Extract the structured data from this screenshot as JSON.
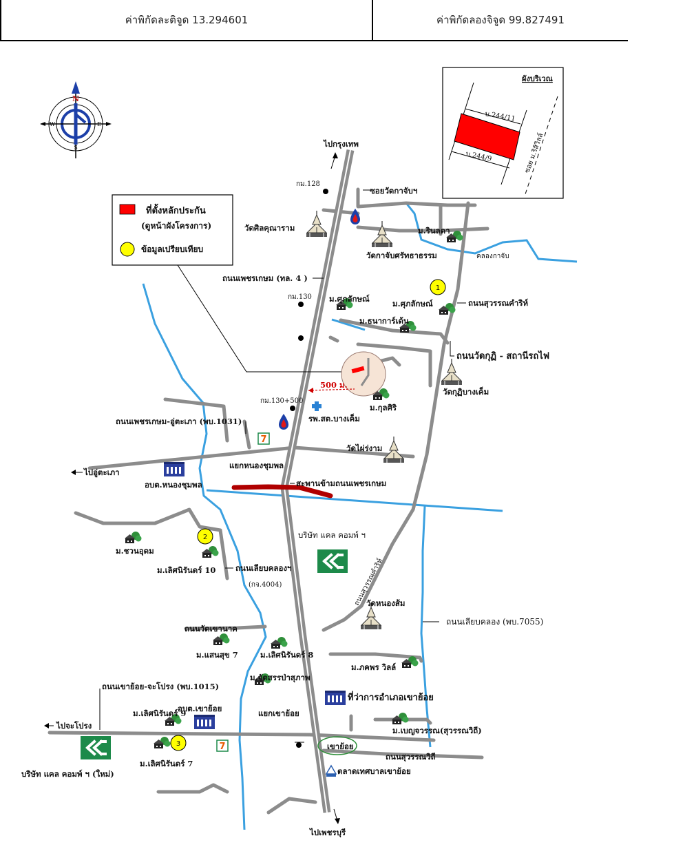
{
  "coordinates": {
    "latitude_text": "ค่าพิกัดละติจูด 13.294601",
    "longitude_text": "ค่าพิกัดลองจิจูด 99.827491"
  },
  "compass": {
    "n": "N",
    "s": "S",
    "e": "E",
    "w": "W"
  },
  "legend": {
    "collateral": "ที่ตั้งหลักประกัน",
    "collateral_note": "(ดูหน้าผังโครงการ)",
    "comparables": "ข้อมูลเปรียบเทียบ"
  },
  "inset": {
    "title": "ผังบริเวณ",
    "plot_top": "บ.244/11",
    "plot_bottom": "บ.244/9",
    "soi": "ซอย ม.ริสิวิลล์"
  },
  "distance_label": "500 ม.",
  "labels": {
    "to_bangkok": "ไปกรุงเทพ",
    "km128": "กม.128",
    "km130": "กม.130",
    "km130_500": "กม.130+500",
    "soi_wat_kachap": "ซอยวัดกาจับฯ",
    "wat_sila": "วัดศิลคุณาราม",
    "wat_kachap": "วัดกาจับศรัทธาธรรม",
    "m_rinlada": "ม.รินลดา",
    "khlong_kachap": "คลองกาจับ",
    "phetkasem_road": "ถนนเพชรเกษม (ทล. 4 )",
    "m_suppalak_a": "ม.ศุภลักษณ์",
    "m_suppalak_b": "ม.ศุภลักษณ์",
    "suwannakhamrit_road": "ถนนสุวรรณคำริห์",
    "m_thanakarn": "ม.ธนาการ์เด้น",
    "wat_kut_road": "ถนนวัดกุฏิ - สถานีรถไฟ",
    "wat_kut": "วัดกุฏิบางเค็ม",
    "m_kunsiri": "ม.กุลศิริ",
    "hospital": "รพ.สต.บางเค็ม",
    "phetkasem_utaphao_road": "ถนนเพชรเกษม-อู่ตะเภา (พบ.1031)",
    "wat_phai": "วัดไผ่ร่งาม",
    "nong_chumphon_junction": "แยกหนองชุมพล",
    "to_u_taphao": "ไปอู่ตะเภา",
    "obt_nong_chumphon": "อบต.หนองชุมพล",
    "bridge": "สะพานข้ามถนนเพชรเกษม",
    "m_chuan_udom": "ม.ชวนอุดม",
    "m_loetnirun10": "ม.เลิศนิรันดร์ 10",
    "canal_road": "ถนนเลียบคลองฯ",
    "canal_road_code": "(กจ.4004)",
    "company": "บริษัท แคล คอมพ์ ฯ",
    "suwannakhamrit_road_2": "ถนนสุวรรณคำริห์",
    "wat_nong_som": "วัดหนองส้ม",
    "canal_road_7055": "ถนนเลียบคลอง (พบ.7055)",
    "wat_khao_nak_road": "ถนนวัดเขานาค",
    "m_saensuk7": "ม.แสนสุข 7",
    "m_loetnirun8": "ม.เลิศนิรันดร์ 8",
    "m_phakphon": "ม.ภคพร วิลล์",
    "m_jutsan": "ม.จัดสรรป่าสุภาพ",
    "district_office": "ที่ว่าการอำเภอเขาย้อย",
    "khao_yoi_cha_prong_road": "ถนนเขาย้อย-จะโปรง (พบ.1015)",
    "m_loetnirun9": "ม.เลิศนิรันดร์ 9",
    "obt_khao_yoi": "อบต.เขาย้อย",
    "khao_yoi_junction": "แยกเขาย้อย",
    "m_benjawan": "ม.เบญจวรรณ(สุวรรณวิถี)",
    "to_cha_prong": "ไปจะโปรง",
    "khao_yoi": "เขาย้อย",
    "suwannawithi_road": "ถนนสุวรรณวิถี",
    "m_loetnirun7": "ม.เลิศนิรันดร์ 7",
    "company_new": "บริษัท แคล คอมพ์ ฯ (ใหม่)",
    "market": "ตลาดเทศบาลเขาย้อย",
    "to_phetchaburi": "ไปเพชรบุรี"
  },
  "comparable_numbers": [
    "1",
    "2",
    "3"
  ],
  "icons": {
    "temple": "temple-icon",
    "village": "village-tree-icon",
    "office": "government-building-icon",
    "gas": "gas-station-icon",
    "store": "convenience-store-icon",
    "company": "company-logo-icon",
    "hospital": "hospital-cross-icon",
    "market": "market-icon"
  },
  "colors": {
    "road": "#8c8c8c",
    "highway": "#8c8c8c",
    "canal": "#3aa0e0",
    "collateral": "#ff0000",
    "comparable": "#ffff00",
    "bridge": "#b00000",
    "company": "#1d8a4a",
    "office": "#2b3f9e"
  }
}
